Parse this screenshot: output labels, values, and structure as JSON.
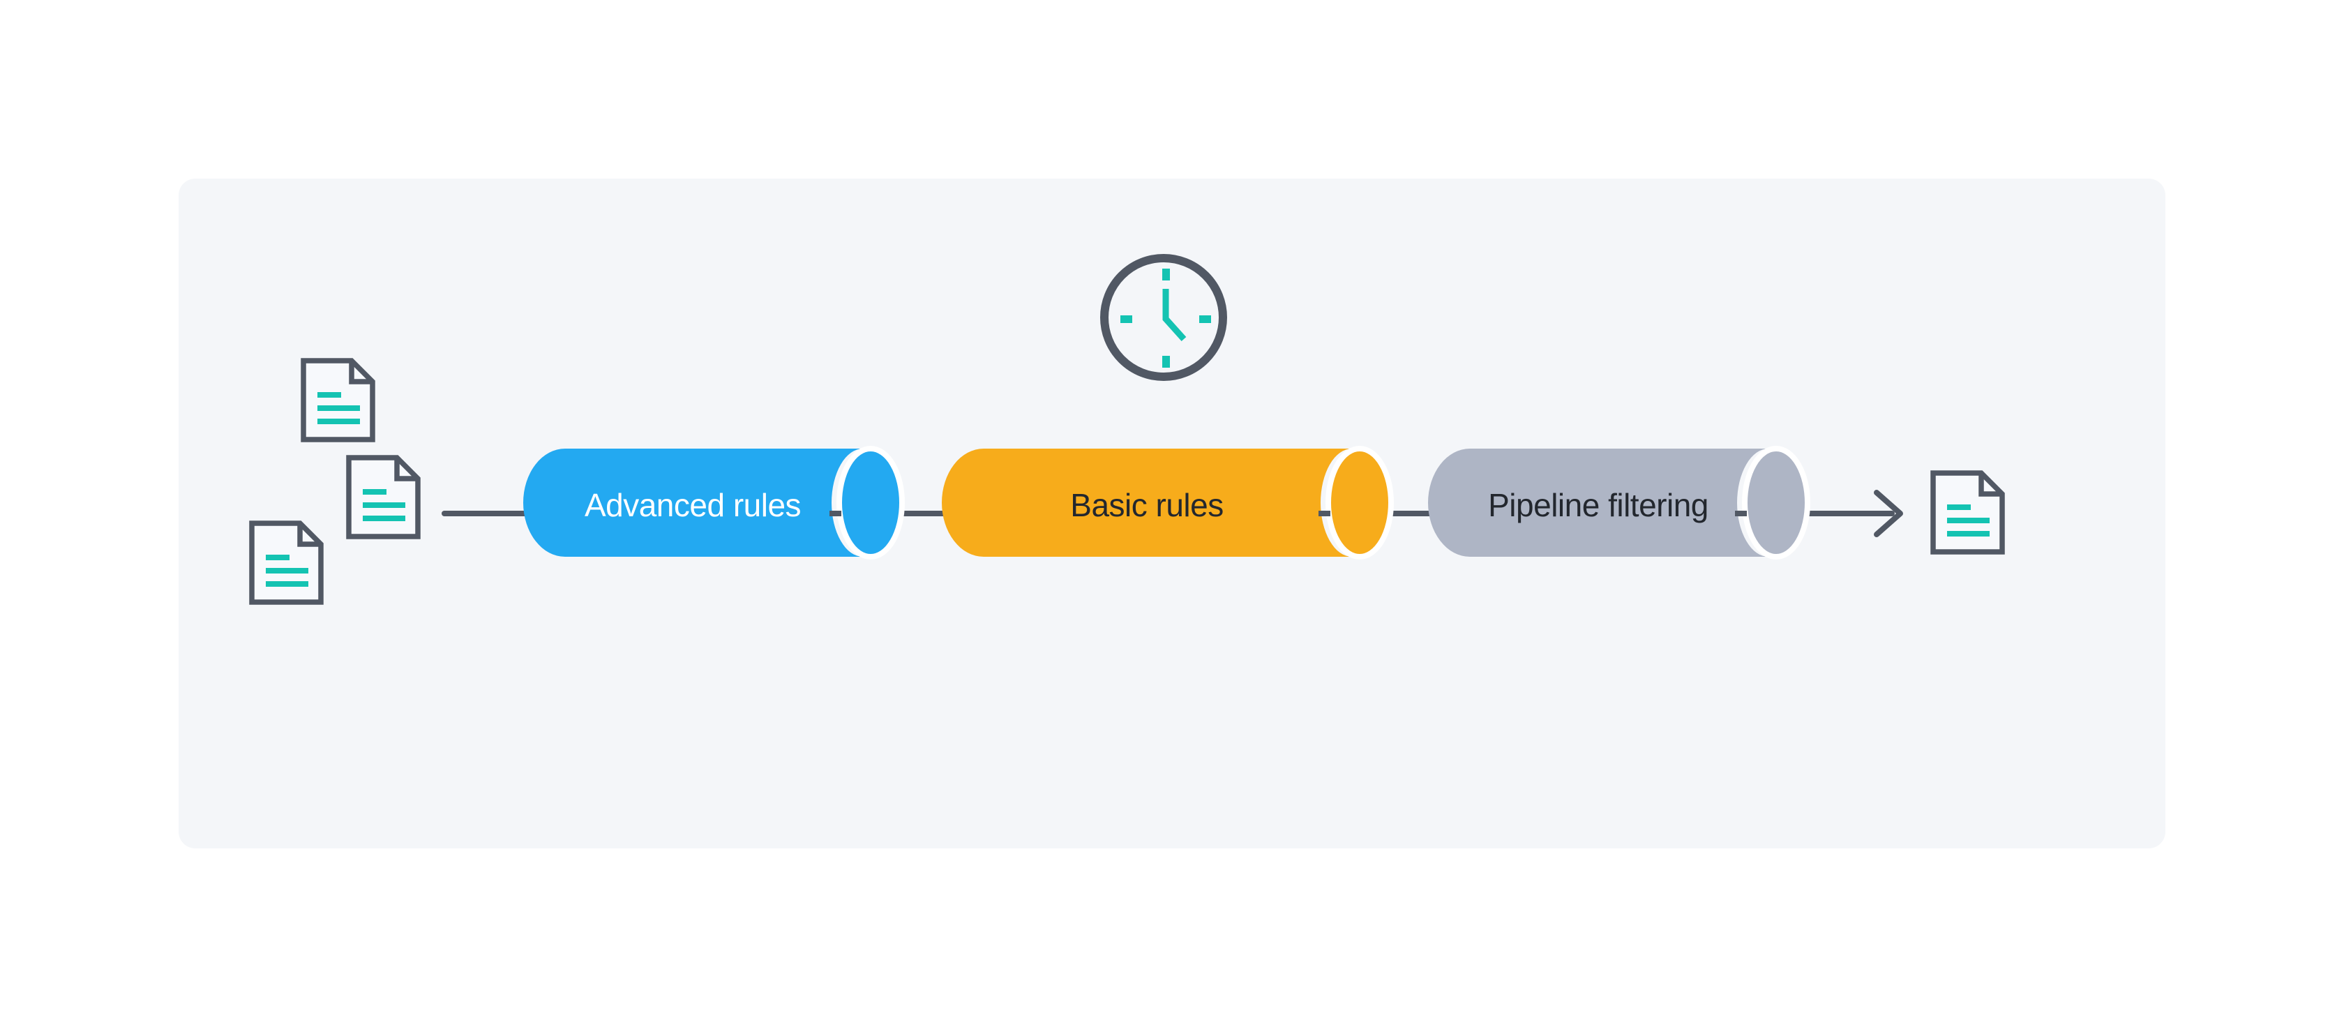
{
  "colors": {
    "page_bg": "#FFFFFF",
    "card_bg": "#F4F6F9",
    "outline_slate": "#515864",
    "accent_teal": "#14C3B2",
    "stage_blue": "#23A9F1",
    "stage_amber": "#F7AC1B",
    "stage_gray": "#AEB5C5",
    "cap_ring": "#FFFFFF",
    "label_dark": "#23272E",
    "label_light": "#FFFFFF",
    "doc_fill": "#F7F9FC"
  },
  "flow": {
    "input_documents": {
      "icon": "document-icon",
      "count": 3
    },
    "timer": {
      "icon": "clock-icon"
    },
    "stages": [
      {
        "label": "Advanced rules",
        "color": "#23A9F1",
        "label_color": "#FFFFFF"
      },
      {
        "label": "Basic rules",
        "color": "#F7AC1B",
        "label_color": "#23272E"
      },
      {
        "label": "Pipeline filtering",
        "color": "#AEB5C5",
        "label_color": "#23272E"
      }
    ],
    "output_document": {
      "icon": "document-icon",
      "count": 1
    }
  }
}
